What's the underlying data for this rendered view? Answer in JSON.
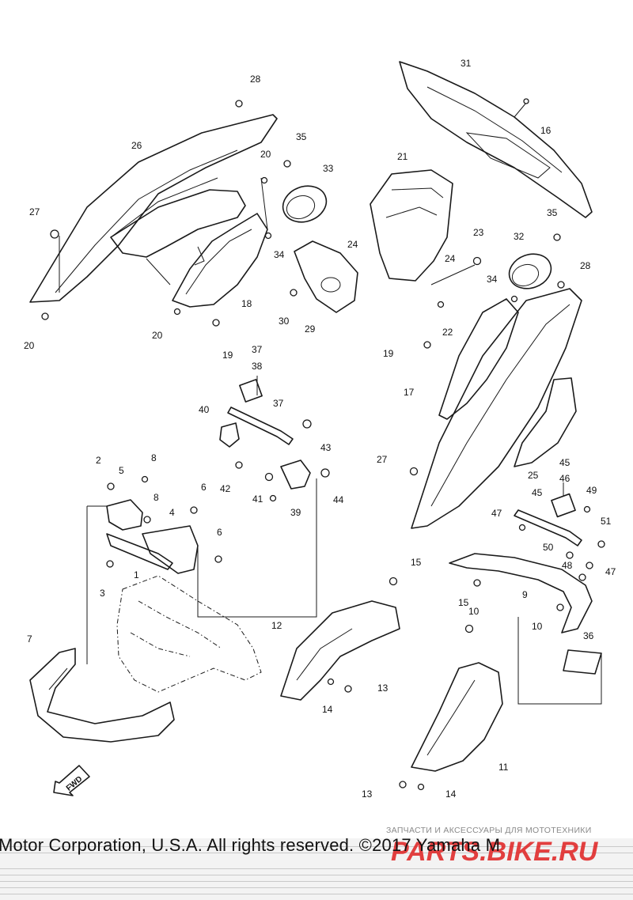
{
  "diagram": {
    "callouts": [
      "1",
      "2",
      "3",
      "4",
      "5",
      "6",
      "6",
      "7",
      "8",
      "8",
      "9",
      "10",
      "10",
      "11",
      "12",
      "13",
      "13",
      "14",
      "14",
      "15",
      "15",
      "16",
      "17",
      "18",
      "19",
      "19",
      "20",
      "20",
      "20",
      "21",
      "22",
      "23",
      "24",
      "24",
      "25",
      "26",
      "27",
      "27",
      "28",
      "28",
      "29",
      "30",
      "31",
      "32",
      "33",
      "34",
      "34",
      "35",
      "35",
      "36",
      "37",
      "37",
      "38",
      "39",
      "40",
      "41",
      "42",
      "43",
      "44",
      "45",
      "45",
      "46",
      "47",
      "47",
      "48",
      "49",
      "50",
      "51"
    ],
    "direction_label": "FWD"
  },
  "footer": {
    "copyright": "Motor Corporation, U.S.A. All rights reserved.      ©2017 Yamaha M",
    "watermark_tagline": "ЗАПЧАСТИ И АКСЕССУАРЫ ДЛЯ МОТОТЕХНИКИ",
    "watermark_brand": "PARTS.BIKE.RU"
  },
  "colors": {
    "line": "#1a1a1a",
    "watermark": "#e02020",
    "background": "#ffffff"
  }
}
